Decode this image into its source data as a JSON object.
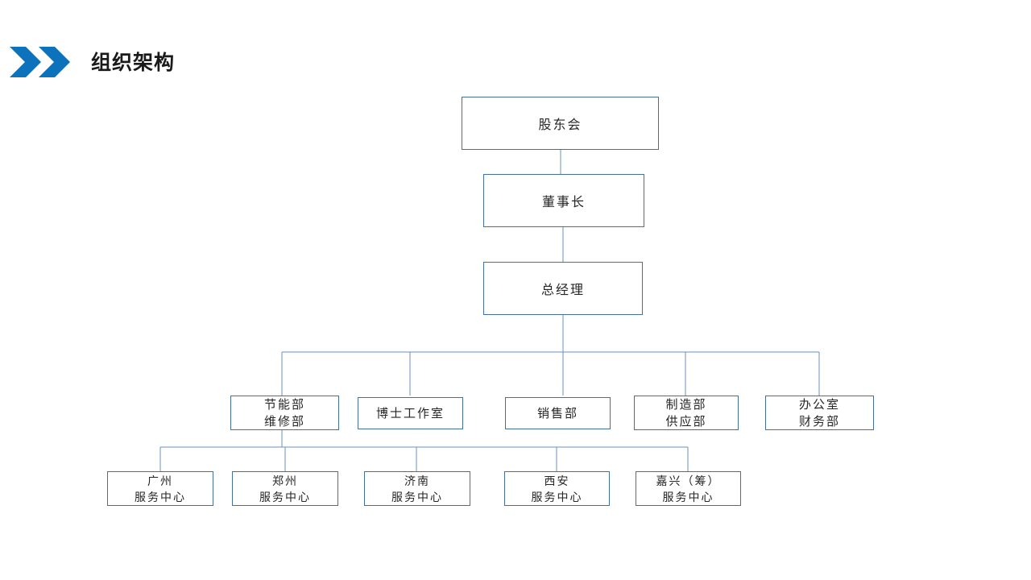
{
  "header": {
    "title": "组织架构",
    "chevron_icon": "double-chevron-right-icon",
    "accent_color": "#0b72bb",
    "title_color": "#1a1a1a"
  },
  "chart": {
    "line_color": "#6a93bd",
    "box_border_color": "#41719c",
    "box_fill": "#ffffff",
    "text_color": "#262626",
    "nodes": {
      "shareholders": {
        "line1": "股东会",
        "line2": ""
      },
      "chairman": {
        "line1": "董事长",
        "line2": ""
      },
      "general_manager": {
        "line1": "总经理",
        "line2": ""
      },
      "departments": [
        {
          "line1": "节能部",
          "line2": "维修部"
        },
        {
          "line1": "博士工作室",
          "line2": ""
        },
        {
          "line1": "销售部",
          "line2": ""
        },
        {
          "line1": "制造部",
          "line2": "供应部"
        },
        {
          "line1": "办公室",
          "line2": "财务部"
        }
      ],
      "service_centers": [
        {
          "line1": "广州",
          "line2": "服务中心"
        },
        {
          "line1": "郑州",
          "line2": "服务中心"
        },
        {
          "line1": "济南",
          "line2": "服务中心"
        },
        {
          "line1": "西安",
          "line2": "服务中心"
        },
        {
          "line1": "嘉兴（筹）",
          "line2": "服务中心"
        }
      ]
    }
  }
}
